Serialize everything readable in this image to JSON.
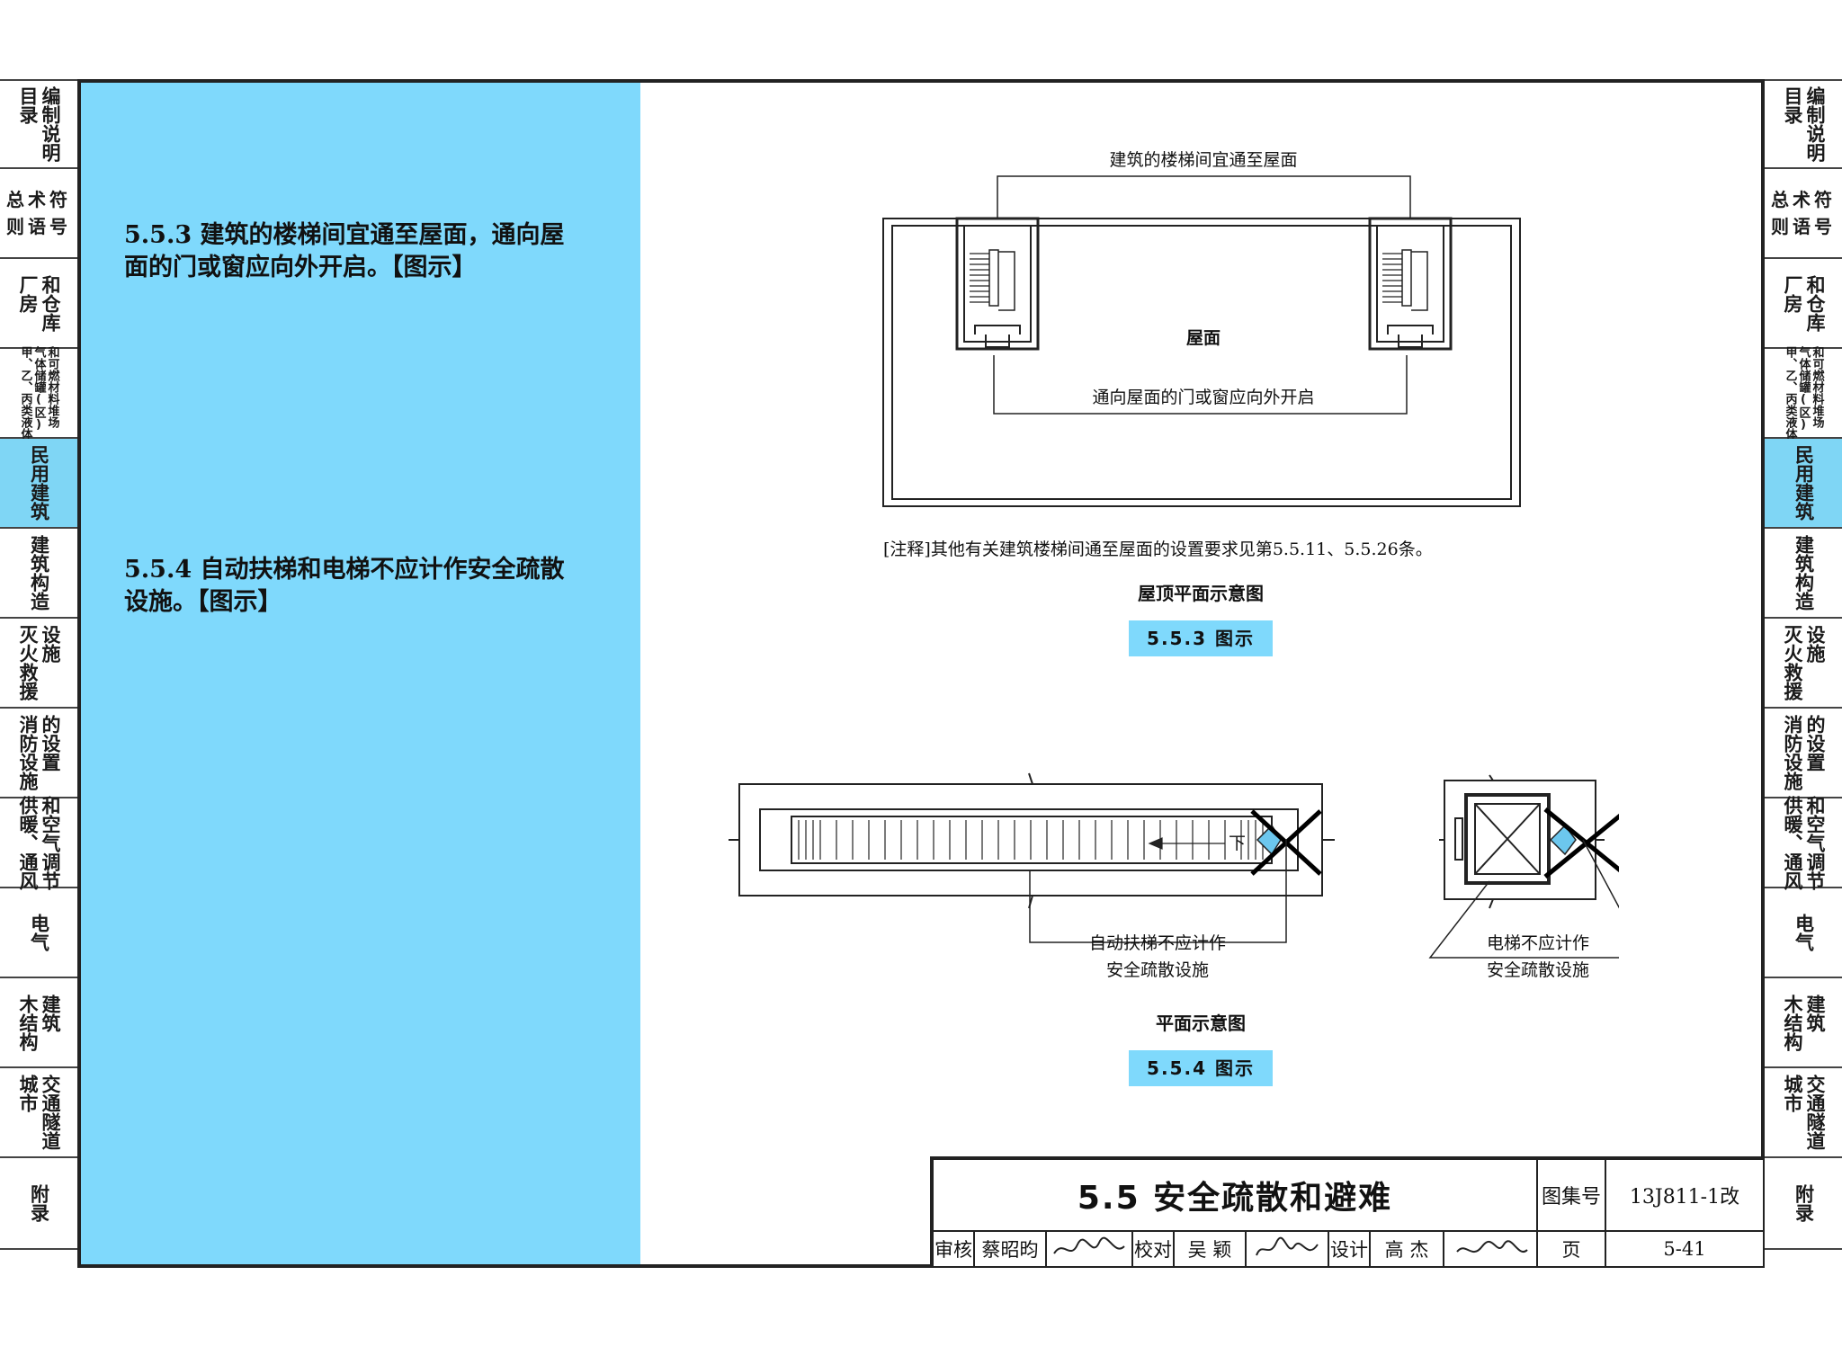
{
  "left_tabs": [
    {
      "cols": [
        "编制说明",
        "目录"
      ],
      "size": "big",
      "active": false
    },
    {
      "rows": [
        "总术符",
        "则语号"
      ],
      "active": false
    },
    {
      "cols": [
        "和仓库",
        "厂房"
      ],
      "size": "big",
      "active": false
    },
    {
      "cols": [
        "和可燃材料堆场",
        "气体储罐(区)",
        "甲、乙、丙类液体"
      ],
      "size": "small",
      "active": false
    },
    {
      "cols": [
        "民用建筑"
      ],
      "size": "big",
      "active": true
    },
    {
      "cols": [
        "建筑构造"
      ],
      "size": "big",
      "active": false
    },
    {
      "cols": [
        "设施",
        "灭火救援"
      ],
      "size": "big",
      "active": false
    },
    {
      "cols": [
        "的设置",
        "消防设施"
      ],
      "size": "big",
      "active": false
    },
    {
      "cols": [
        "和空气调节",
        "供暖、通风"
      ],
      "size": "big",
      "active": false
    },
    {
      "cols": [
        "电气"
      ],
      "size": "big",
      "active": false
    },
    {
      "cols": [
        "建筑",
        "木结构"
      ],
      "size": "big",
      "active": false
    },
    {
      "cols": [
        "交通隧道",
        "城市"
      ],
      "size": "big",
      "active": false
    },
    {
      "cols": [
        "附录"
      ],
      "size": "big",
      "active": false
    }
  ],
  "clauses": {
    "c553": {
      "line1": "5.5.3  建筑的楼梯间宜通至屋面，通向屋",
      "line2": "面的门或窗应向外开启。【图示】"
    },
    "c554": {
      "line1": "5.5.4  自动扶梯和电梯不应计作安全疏散",
      "line2": "设施。【图示】"
    }
  },
  "fig553": {
    "top_label": "建筑的楼梯间宜通至屋面",
    "roof_label": "屋面",
    "door_label": "通向屋面的门或窗应向外开启",
    "note": "[注释]其他有关建筑楼梯间通至屋面的设置要求见第5.5.11、5.5.26条。",
    "caption": "屋顶平面示意图",
    "badge": "5.5.3 图示"
  },
  "fig554": {
    "escalator_label_1": "自动扶梯不应计作",
    "escalator_label_2": "安全疏散设施",
    "down_label": "下",
    "elevator_label_1": "电梯不应计作",
    "elevator_label_2": "安全疏散设施",
    "caption": "平面示意图",
    "badge": "5.5.4 图示"
  },
  "title_block": {
    "section_title": "5.5  安全疏散和避难",
    "atlas_label": "图集号",
    "atlas_no": "13J811-1改",
    "review_label": "审核",
    "reviewer": "蔡昭昀",
    "check_label": "校对",
    "checker": "吴 颖",
    "design_label": "设计",
    "designer": "高 杰",
    "page_label": "页",
    "page_no": "5-41"
  }
}
